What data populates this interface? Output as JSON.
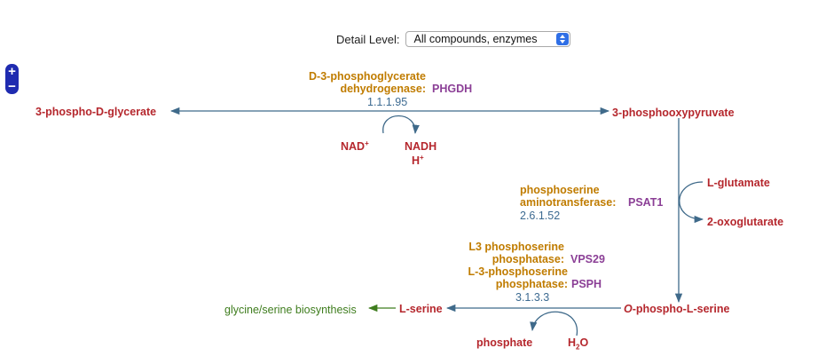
{
  "controls": {
    "detail_label": "Detail Level:",
    "detail_value": "All compounds, enzymes",
    "zoom_in": "+",
    "zoom_out": "−"
  },
  "compounds": {
    "pg3": "3-phospho-D-glycerate",
    "php": "3-phosphooxypyruvate",
    "nad": "NAD",
    "nadh": "NADH",
    "h": "H",
    "glu": "L-glutamate",
    "oxo": "2-oxoglutarate",
    "ops_prefix": "O",
    "ops_rest": "-phospho-L-serine",
    "ser": "L-serine",
    "phosphate": "phosphate",
    "water_h": "H",
    "water_sub": "2",
    "water_o": "O",
    "plus": "+"
  },
  "enzymes": {
    "phgdh_line1": "D-3-phosphoglycerate",
    "phgdh_line2": "dehydrogenase:",
    "phgdh_gene": "PHGDH",
    "phgdh_ec": "1.1.1.95",
    "psat_line1": "phosphoserine",
    "psat_line2": "aminotransferase:",
    "psat_gene": "PSAT1",
    "psat_ec": "2.6.1.52",
    "vps_line1": "L3 phosphoserine",
    "vps_line2": "phosphatase:",
    "vps_gene": "VPS29",
    "psph_line1": "L-3-phosphoserine",
    "psph_line2": "phosphatase:",
    "psph_gene": "PSPH",
    "psph_ec": "3.1.3.3"
  },
  "links": {
    "gly_ser": "glycine/serine biosynthesis"
  },
  "colors": {
    "compound": "#b5272d",
    "enzyme": "#c07c00",
    "gene": "#8b3f96",
    "ec": "#3c6a91",
    "edge": "#3f6a8a",
    "link": "#3f7d1e"
  }
}
